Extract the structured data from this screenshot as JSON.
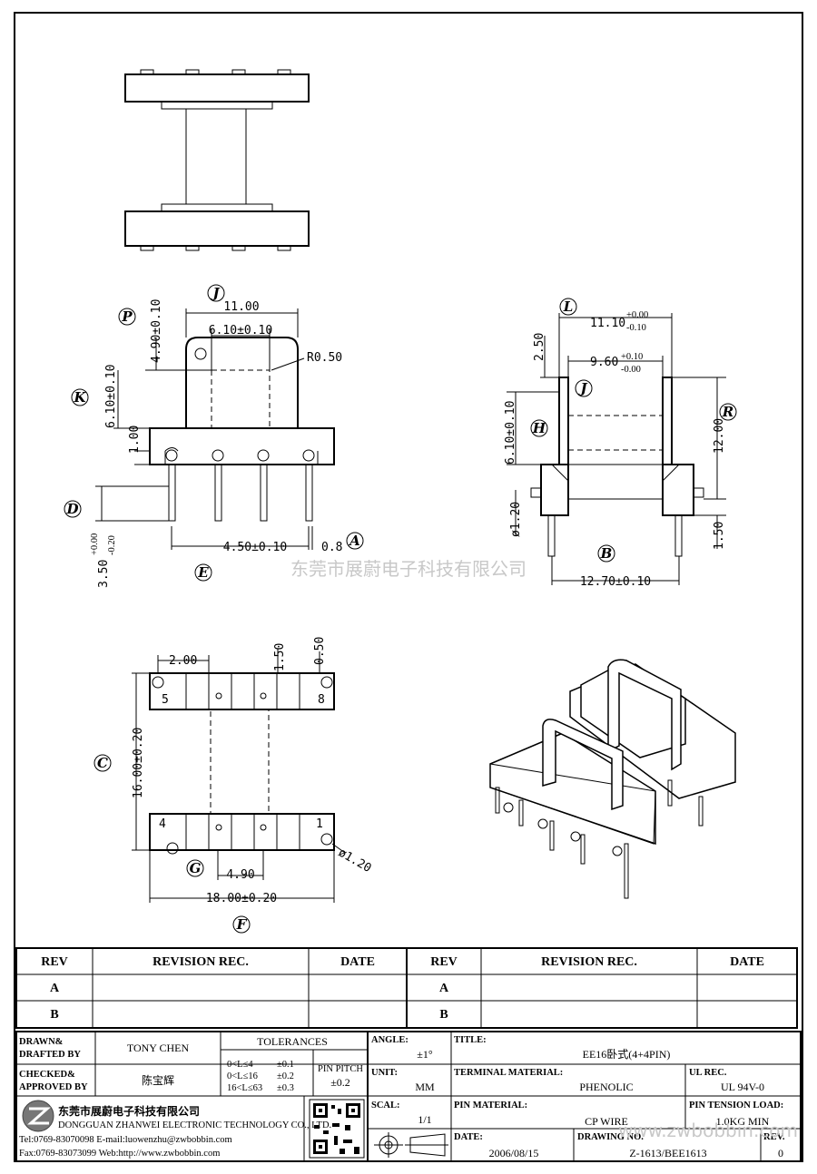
{
  "dims": {
    "J": "J",
    "P": "P",
    "K": "K",
    "D": "D",
    "E": "E",
    "A": "A",
    "L": "L",
    "R": "R",
    "H": "H",
    "B": "B",
    "C": "C",
    "G": "G",
    "F": "F",
    "w11": "11.00",
    "w610": "6.10±0.10",
    "h490": "4.90±0.10",
    "r050": "R0.50",
    "h610": "6.10±0.10",
    "h100": "1.00",
    "p450": "4.50±0.10",
    "p08": "0.8",
    "h350": "3.50",
    "h350tol_up": "+0.00",
    "h350tol_dn": "-0.20",
    "w1110": "11.10",
    "w1110tol_up": "+0.00",
    "w1110tol_dn": "-0.10",
    "w960": "9.60",
    "w960tol_up": "+0.10",
    "w960tol_dn": "-0.00",
    "h250": "2.50",
    "h610b": "6.10±0.10",
    "h1200": "12.00",
    "h150": "1.50",
    "d120": "ø1.20",
    "w1270": "12.70±0.10",
    "w200": "2.00",
    "h150b": "1.50",
    "h050": "0.50",
    "h1600": "16.00±0.20",
    "p490": "4.90",
    "w1800": "18.00±0.20",
    "d120b": "ø1.20",
    "pin5": "5",
    "pin8": "8",
    "pin4": "4",
    "pin1": "1"
  },
  "watermark": "东莞市展蔚电子科技有限公司",
  "watermark2": "www.zwbobbin.com",
  "revision_table": {
    "headers": [
      "REV",
      "REVISION REC.",
      "DATE",
      "REV",
      "REVISION REC.",
      "DATE"
    ],
    "rows": [
      [
        "A",
        "",
        "",
        "A",
        "",
        ""
      ],
      [
        "B",
        "",
        "",
        "B",
        "",
        ""
      ]
    ]
  },
  "title_block": {
    "drawn_label1": "DRAWN&",
    "drawn_label2": "DRAFTED BY",
    "drawn_by": "TONY CHEN",
    "checked_label1": "CHECKED&",
    "checked_label2": "APPROVED BY",
    "approved_by": "陈宝辉",
    "tolerances_label": "TOLERANCES",
    "tol_row1": "0<L≤4",
    "tol_val1": "±0.1",
    "tol_row2": "0<L≤16",
    "tol_val2": "±0.2",
    "tol_row3": "16<L≤63",
    "tol_val3": "±0.3",
    "pin_pitch_label1": "PIN PITCH",
    "pin_pitch_value": "±0.2",
    "angle_label": "ANGLE:",
    "angle_value": "±1°",
    "unit_label": "UNIT:",
    "unit_value": "MM",
    "scale_label": "SCAL:",
    "scale_value": "1/1",
    "title_label": "TITLE:",
    "title_value": "EE16卧式(4+4PIN)",
    "terminal_label": "TERMINAL MATERIAL:",
    "terminal_value": "PHENOLIC",
    "ul_label": "UL REC.",
    "ul_value": "UL 94V-0",
    "pin_material_label": "PIN MATERIAL:",
    "pin_material_value": "CP WIRE",
    "tension_label": "PIN TENSION LOAD:",
    "tension_value": "1.0KG MIN",
    "date_label": "DATE:",
    "date_value": "2006/08/15",
    "drawing_no_label": "DRAWING NO.",
    "drawing_no_value": "Z-1613/BEE1613",
    "rev_label": "REV.",
    "rev_value": "0",
    "company_cn": "东莞市展蔚电子科技有限公司",
    "company_en": "DONGGUAN ZHANWEI ELECTRONIC TECHNOLOGY CO., LTD.",
    "tel": "Tel:0769-83070098 E-mail:luowenzhu@zwbobbin.com",
    "fax": "Fax:0769-83073099   Web:http://www.zwbobbin.com"
  }
}
